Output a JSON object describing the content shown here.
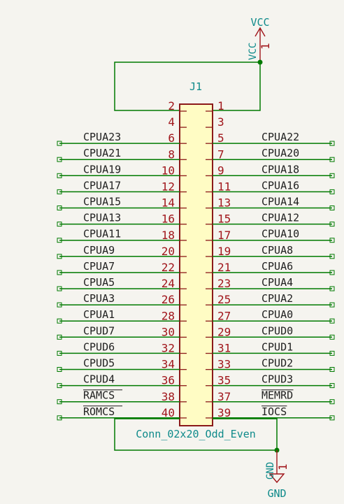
{
  "component": {
    "reference": "J1",
    "value": "Conn_02x20_Odd_Even"
  },
  "power": {
    "top": {
      "name": "VCC",
      "pin_label": "VCC",
      "pin_num": "1"
    },
    "bottom": {
      "name": "GND",
      "pin_label": "GND",
      "pin_num": "1"
    }
  },
  "rows": [
    {
      "left_num": "2",
      "right_num": "1",
      "left_label": "",
      "right_label": ""
    },
    {
      "left_num": "4",
      "right_num": "3",
      "left_label": "CPUA23",
      "right_label": "CPUA22"
    },
    {
      "left_num": "6",
      "right_num": "5",
      "left_label": "CPUA21",
      "right_label": "CPUA20"
    },
    {
      "left_num": "8",
      "right_num": "7",
      "left_label": "CPUA19",
      "right_label": "CPUA18"
    },
    {
      "left_num": "10",
      "right_num": "9",
      "left_label": "CPUA17",
      "right_label": "CPUA16"
    },
    {
      "left_num": "12",
      "right_num": "11",
      "left_label": "CPUA15",
      "right_label": "CPUA14"
    },
    {
      "left_num": "14",
      "right_num": "13",
      "left_label": "CPUA13",
      "right_label": "CPUA12"
    },
    {
      "left_num": "16",
      "right_num": "15",
      "left_label": "CPUA11",
      "right_label": "CPUA10"
    },
    {
      "left_num": "18",
      "right_num": "17",
      "left_label": "CPUA9",
      "right_label": "CPUA8"
    },
    {
      "left_num": "20",
      "right_num": "19",
      "left_label": "CPUA7",
      "right_label": "CPUA6"
    },
    {
      "left_num": "22",
      "right_num": "21",
      "left_label": "CPUA5",
      "right_label": "CPUA4"
    },
    {
      "left_num": "24",
      "right_num": "23",
      "left_label": "CPUA3",
      "right_label": "CPUA2"
    },
    {
      "left_num": "26",
      "right_num": "25",
      "left_label": "CPUA1",
      "right_label": "CPUA0"
    },
    {
      "left_num": "28",
      "right_num": "27",
      "left_label": "CPUD7",
      "right_label": "CPUD0"
    },
    {
      "left_num": "30",
      "right_num": "29",
      "left_label": "CPUD6",
      "right_label": "CPUD1"
    },
    {
      "left_num": "32",
      "right_num": "31",
      "left_label": "CPUD5",
      "right_label": "CPUD2"
    },
    {
      "left_num": "34",
      "right_num": "33",
      "left_label": "CPUD4",
      "right_label": "CPUD3"
    },
    {
      "left_num": "36",
      "right_num": "35",
      "left_label": "RAMCS",
      "right_label": "MEMRD",
      "left_overbar": true,
      "right_overbar": true
    },
    {
      "left_num": "38",
      "right_num": "37",
      "left_label": "ROMCS",
      "right_label": "IOCS",
      "left_overbar": true,
      "right_overbar": true
    },
    {
      "left_num": "40",
      "right_num": "39",
      "left_label": "",
      "right_label": ""
    }
  ],
  "colors": {
    "background": "#f5f4ef",
    "wire": "#007a00",
    "body_fill": "#fffcc4",
    "body_stroke": "#8b1a1a",
    "pin_number": "#a0151a",
    "net_label": "#1f1f1f",
    "reference": "#0e8a8a"
  }
}
